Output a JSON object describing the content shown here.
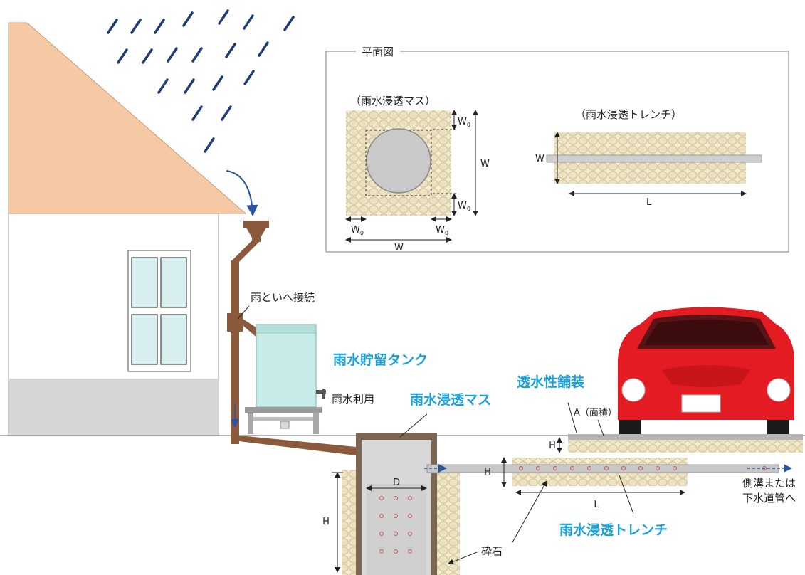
{
  "colors": {
    "roof": "#f4c9a4",
    "wall": "#ffffff",
    "foundation": "#cfcfcf",
    "pipe": "#8b5a3c",
    "tank": "#c6ebe8",
    "car": "#e31b23",
    "gravel": "#efe6c8",
    "blue_label": "#1aa0d8",
    "rain": "#1f3e7a"
  },
  "plan_view": {
    "title": "平面図",
    "masu_title": "（雨水浸透マス）",
    "trench_title": "（雨水浸透トレンチ）",
    "w0": "W",
    "w0_sub": "0",
    "w": "W",
    "l": "L"
  },
  "labels": {
    "gutter_connection": "雨といへ接続",
    "tank": "雨水貯留タンク",
    "rain_use": "雨水利用",
    "infiltration_masu": "雨水浸透マス",
    "permeable_pavement": "透水性舗装",
    "area": "A（面積）",
    "gravel": "砕石",
    "infiltration_trench": "雨水浸透トレンチ",
    "outlet_line1": "側溝または",
    "outlet_line2": "下水道管へ",
    "h": "H",
    "d": "D",
    "l": "L"
  },
  "icons": [
    "rain-icon",
    "house-icon",
    "car-icon",
    "tank-icon",
    "faucet-icon"
  ]
}
